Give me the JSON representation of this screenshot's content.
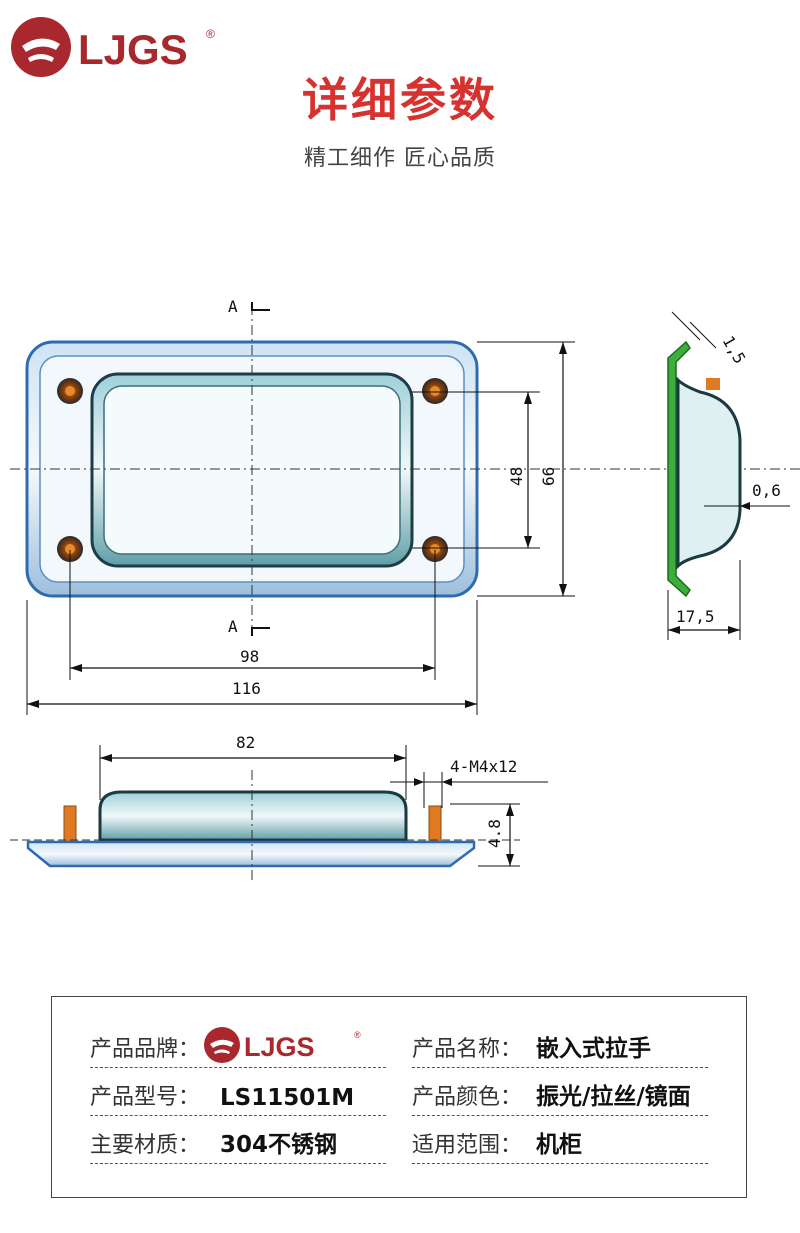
{
  "brand": {
    "logo_text": "LJGS",
    "registered": "®"
  },
  "header": {
    "title": "详细参数",
    "subtitle": "精工细作 匠心品质"
  },
  "drawing": {
    "section_label_top": "A",
    "section_label_bottom": "A",
    "dim_98": "98",
    "dim_116": "116",
    "dim_48": "48",
    "dim_66": "66",
    "dim_82": "82",
    "dim_screw": "4-M4x12",
    "dim_4_8": "4.8",
    "dim_1_5": "1,5",
    "dim_0_6": "0,6",
    "dim_17_5": "17,5"
  },
  "specs": {
    "brand_label": "产品品牌：",
    "name_label": "产品名称：",
    "name_value": "嵌入式拉手",
    "model_label": "产品型号：",
    "model_value": "LS11501M",
    "color_label": "产品颜色：",
    "color_value": "振光/拉丝/镜面",
    "material_label": "主要材质：",
    "material_value": "304不锈钢",
    "usage_label": "适用范围：",
    "usage_value": "机柜"
  },
  "colors": {
    "brand_red": "#a8282d",
    "title_red": "#d6322f",
    "metal_blue": "#3e7fc8",
    "screw_orange": "#e07a22",
    "green_edge": "#2a9a2a"
  }
}
